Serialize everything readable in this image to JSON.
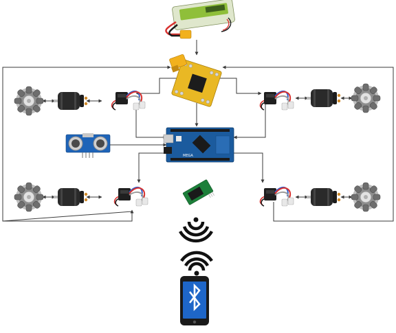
{
  "colors": {
    "line": "#3a3a3a",
    "arduino": "#1b5b9e",
    "pdb": "#e9b824",
    "battery": "#8fbf3a",
    "xt60": "#f2b11d",
    "motor": "#2a2a2a",
    "esc_wire_red": "#d8322f",
    "esc_wire_blue": "#2f5cc9",
    "esc_wire_gray": "#9a9a9a",
    "bt_module": "#1d7f3a",
    "phone_screen": "#1e66c8"
  },
  "components": {
    "battery": {
      "icon": "lipo-battery-icon"
    },
    "power_board": {
      "icon": "power-distribution-board-icon"
    },
    "controller": {
      "icon": "arduino-mega-icon"
    },
    "ultrasonic": {
      "icon": "ultrasonic-sensor-icon"
    },
    "bluetooth_module": {
      "icon": "bluetooth-module-icon"
    },
    "wireless": {
      "icon": "wireless-signal-icon"
    },
    "phone": {
      "icon": "smartphone-bluetooth-icon"
    }
  },
  "drive_units": [
    {
      "position": "front-left",
      "wheel": "mecanum-wheel-icon",
      "motor": "dc-motor-icon",
      "driver": "esc-icon"
    },
    {
      "position": "front-right",
      "wheel": "mecanum-wheel-icon",
      "motor": "dc-motor-icon",
      "driver": "esc-icon"
    },
    {
      "position": "rear-left",
      "wheel": "mecanum-wheel-icon",
      "motor": "dc-motor-icon",
      "driver": "esc-icon"
    },
    {
      "position": "rear-right",
      "wheel": "mecanum-wheel-icon",
      "motor": "dc-motor-icon",
      "driver": "esc-icon"
    }
  ]
}
